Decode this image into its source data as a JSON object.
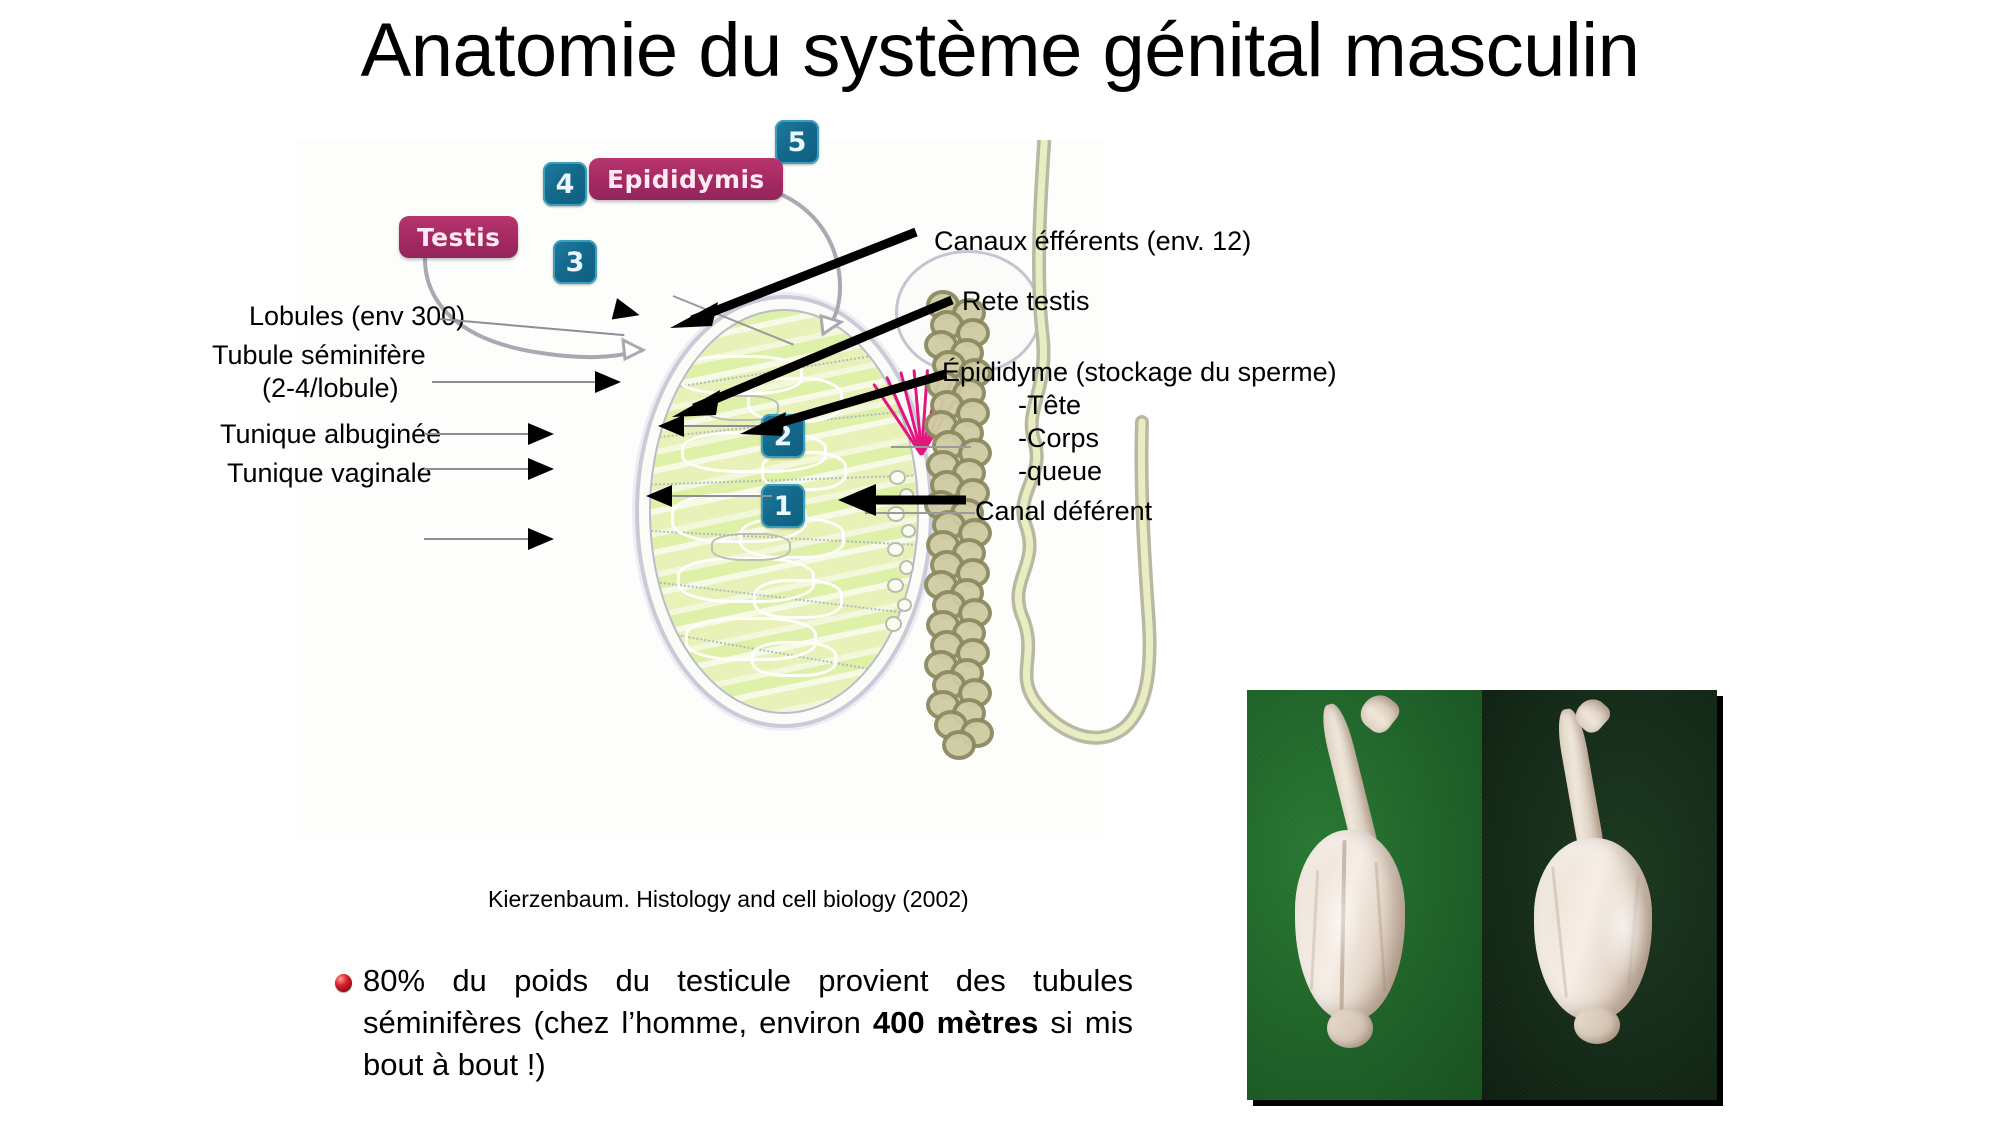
{
  "slide": {
    "title": "Anatomie du système génital masculin",
    "background_color": "#ffffff",
    "text_color": "#000000"
  },
  "figure": {
    "citation": "Kierzenbaum. Histology and cell biology (2002)",
    "diagram_labels": {
      "testis_pill": "Testis",
      "epididymis_pill": "Epididymis",
      "number_boxes": [
        "1",
        "2",
        "3",
        "4",
        "5"
      ],
      "pill_color": "#a62a63",
      "numbox_color": "#146a8c"
    },
    "rete_color": "#e3157f",
    "lobule_color": "#e8f2b8",
    "epididymis_coil_color": "#8c8a60"
  },
  "callouts": {
    "left": [
      {
        "name": "lobules",
        "text": "Lobules (env 300)"
      },
      {
        "name": "tubule-seminifere-line1",
        "text": "Tubule séminifère"
      },
      {
        "name": "tubule-seminifere-line2",
        "text": "(2-4/lobule)"
      },
      {
        "name": "tunique-albuginee",
        "text": "Tunique albuginée"
      },
      {
        "name": "tunique-vaginale",
        "text": "Tunique vaginale"
      }
    ],
    "right": [
      {
        "name": "canaux-efferents",
        "text": "Canaux éfférents (env. 12)"
      },
      {
        "name": "rete-testis",
        "text": "Rete testis"
      },
      {
        "name": "epididyme",
        "text": "Épididyme (stockage du sperme)"
      },
      {
        "name": "epididyme-tete",
        "text": "-Tête"
      },
      {
        "name": "epididyme-corps",
        "text": "-Corps"
      },
      {
        "name": "epididyme-queue",
        "text": "-queue"
      },
      {
        "name": "canal-deferent",
        "text": "Canal déférent"
      }
    ]
  },
  "bullet": {
    "marker_color": "#b01018",
    "part1": "80% du poids du testicule provient des tubules séminifères (chez l’homme, environ ",
    "emphasis": "400 mètres",
    "part2": " si mis bout à bout !)"
  },
  "photo": {
    "panel_left_bg": "#1f6329",
    "panel_right_bg": "#152b18"
  }
}
